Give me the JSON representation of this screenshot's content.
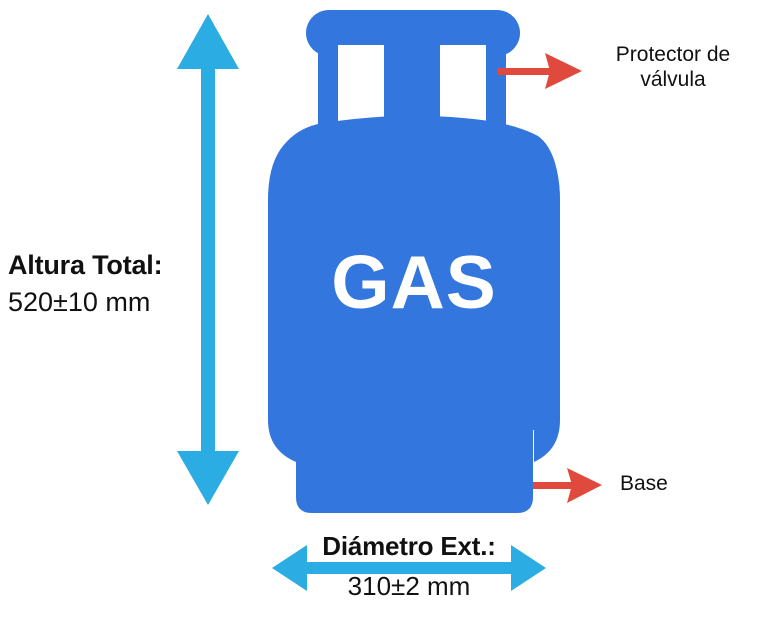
{
  "diagram": {
    "subject": "gas-cylinder-technical-drawing",
    "cylinder": {
      "wordmark": "GAS",
      "body_color": "#3376DD",
      "wordmark_color": "#FFFFFF"
    },
    "dimensions": {
      "height": {
        "title": "Altura Total:",
        "value": "520±10 mm",
        "arrow_color": "#2BACE3",
        "orientation": "vertical"
      },
      "diameter": {
        "title": "Diámetro Ext.:",
        "value": "310±2 mm",
        "arrow_color": "#2BACE3",
        "orientation": "horizontal"
      }
    },
    "callouts": [
      {
        "label": "Protector de válvula",
        "line1": "Protector de",
        "line2": "válvula",
        "arrow_color": "#E04A3C"
      },
      {
        "label": "Base",
        "line1": "Base",
        "arrow_color": "#E04A3C"
      }
    ]
  }
}
